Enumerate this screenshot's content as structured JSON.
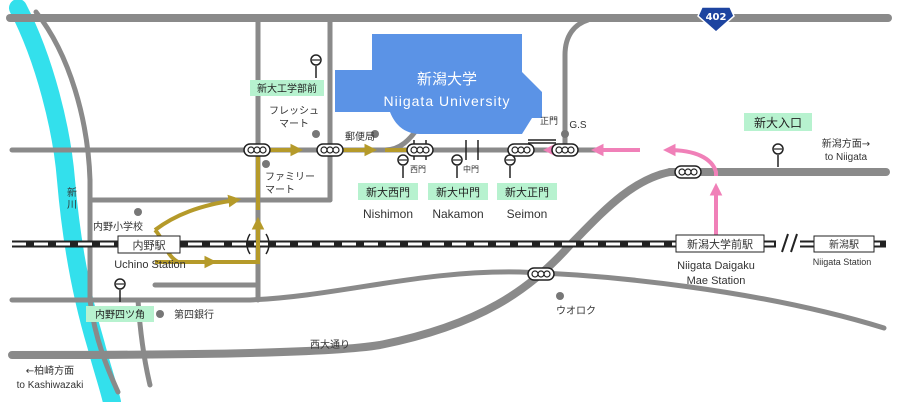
{
  "colors": {
    "road": "#8a8a8a",
    "river": "#33e0ec",
    "university": "#5b93e6",
    "route_gold": "#b59a2a",
    "route_pink": "#f080b8",
    "tag_bg": "#b7f2cf",
    "highway_badge": "#1d44a0",
    "rail_dark": "#222222"
  },
  "university": {
    "name_jp": "新潟大学",
    "name_en": "Niigata University"
  },
  "highway": {
    "number": "402"
  },
  "stations": {
    "uchino": {
      "name_jp": "内野駅",
      "name_en": "Uchino Station"
    },
    "daigaku_mae": {
      "name_jp": "新潟大学前駅",
      "name_en_1": "Niigata Daigaku",
      "name_en_2": "Mae Station"
    },
    "niigata": {
      "name_jp": "新潟駅",
      "name_en": "Niigata Station"
    }
  },
  "bus_stops": {
    "kodai": "新大工学部前",
    "nishimon": "新大西門",
    "nakamon": "新大中門",
    "seimon": "新大正門",
    "iriguchi": "新大入口",
    "yotsukado": "内野四ツ角"
  },
  "gate_labels": {
    "nishimon_en": "Nishimon",
    "nakamon_en": "Nakamon",
    "seimon_en": "Seimon",
    "nishi": "西門",
    "naka": "中門",
    "sei": "正門"
  },
  "places": {
    "fresh_mart_1": "フレッシュ",
    "fresh_mart_2": "マート",
    "family_mart_1": "ファミリー",
    "family_mart_2": "マート",
    "post_office": "郵便局",
    "gs": "G.S",
    "school": "内野小学校",
    "bank": "第四銀行",
    "uoroku": "ウオロク",
    "river": "新川",
    "avenue": "西大通り"
  },
  "directions": {
    "to_niigata_jp": "新潟方面→",
    "to_niigata_en": "to Niigata",
    "to_kashiwazaki_jp": "←柏崎方面",
    "to_kashiwazaki_en": "to Kashiwazaki"
  }
}
